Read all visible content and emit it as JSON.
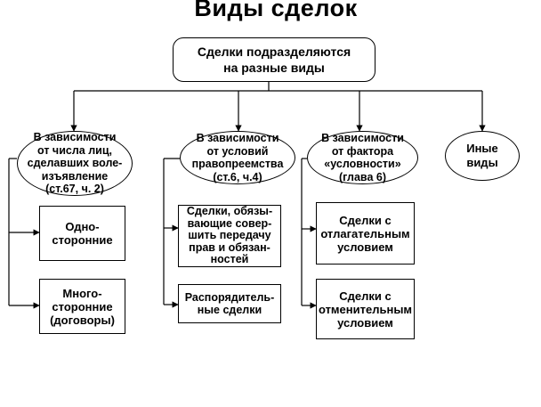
{
  "title": "Виды сделок",
  "root": "Сделки подразделяются\nна разные виды",
  "categories": [
    "В зависимости\nот числа лиц,\nсделавших воле-\nизъявление\n(ст.67, ч. 2)",
    "В зависимости\nот условий\nправопреемства\n(ст.6, ч.4)",
    "В зависимости\nот фактора\n«условности»\n(глава 6)",
    "Иные\nвиды"
  ],
  "items": {
    "parties": [
      "Одно-\nсторонние",
      "Много-\nсторонние\n(договоры)"
    ],
    "succession": [
      "Сделки, обязы-\nвающие совер-\nшить передачу\nправ и обязан-\nностей",
      "Распорядитель-\nные сделки"
    ],
    "condition": [
      "Сделки с\nотлагательным\nусловием",
      "Сделки с\nотменительным\nусловием"
    ]
  }
}
